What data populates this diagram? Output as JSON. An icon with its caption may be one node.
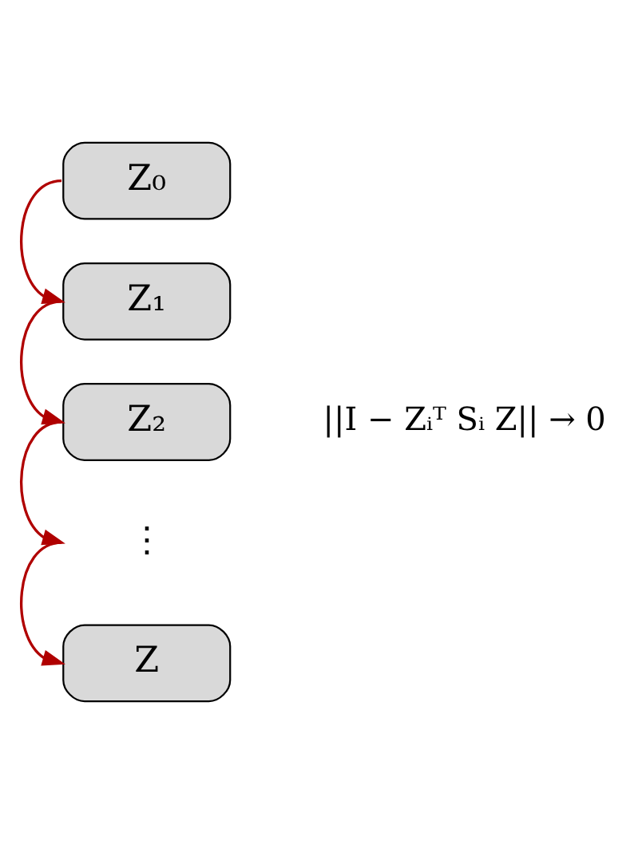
{
  "diagram": {
    "nodes": [
      {
        "text": [
          "Z₀"
        ]
      },
      {
        "text": [
          "Z₁"
        ]
      },
      {
        "text": [
          "Z₂"
        ]
      },
      {
        "text": [
          "⋮"
        ]
      },
      {
        "text": [
          "Z"
        ]
      }
    ],
    "edges": [
      {
        "from": 0,
        "to": 1,
        "arrow": "to",
        "color": "#b00000"
      },
      {
        "from": 1,
        "to": 2,
        "arrow": "to",
        "color": "#b00000"
      },
      {
        "from": 2,
        "to": 3,
        "arrow": "to",
        "color": "#b00000"
      },
      {
        "from": 3,
        "to": 4,
        "arrow": "to",
        "color": "#b00000"
      }
    ],
    "labels": [
      "||I − Zᵢᵀ Sᵢ Z|| → 0"
    ]
  }
}
